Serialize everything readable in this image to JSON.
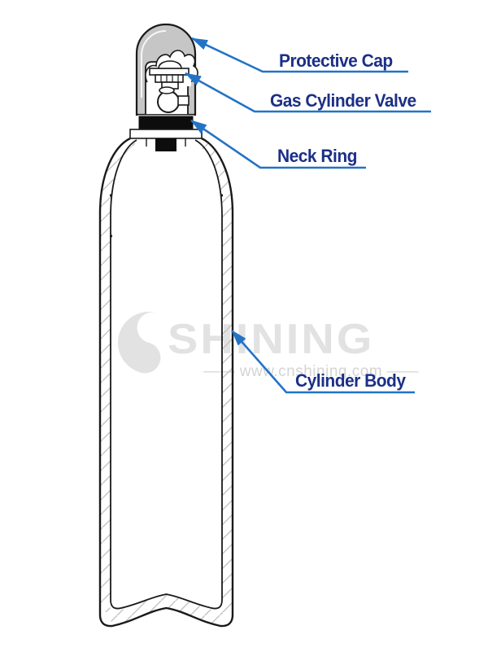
{
  "diagram": {
    "labels": [
      {
        "id": "protective-cap",
        "text": "Protective Cap"
      },
      {
        "id": "gas-cylinder-valve",
        "text": "Gas Cylinder Valve"
      },
      {
        "id": "neck-ring",
        "text": "Neck Ring"
      },
      {
        "id": "cylinder-body",
        "text": "Cylinder Body"
      }
    ],
    "colors": {
      "label_text": "#1c2f87",
      "leader_line": "#2273c6",
      "cap_fill": "#c6c6c6",
      "neck_ring_fill": "#0d0d0d",
      "outline": "#1a1a1a",
      "hatch": "#bdbdbd",
      "watermark_brand": "#e2e2e2",
      "watermark_site": "#d4d4d4"
    }
  },
  "watermark": {
    "brand": "SHINING",
    "site": "—— www.cnshining.com ——"
  }
}
